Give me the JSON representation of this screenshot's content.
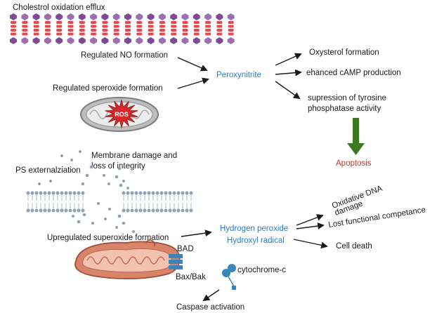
{
  "colors": {
    "text": "#1a1a1a",
    "blue_text": "#2e7bc4",
    "red_text": "#c0392b",
    "membrane_purple": "#7b4c93",
    "membrane_red": "#e8474f",
    "ros_red": "#d62828",
    "mito_outer": "#8f8f8f",
    "mito_orange": "#d9846a",
    "channel_blue": "#3a86b8",
    "apoptosis_arrow": "#3d7a1e",
    "bilayer_head": "#8fa2b8"
  },
  "labels": {
    "cholesterol": "Cholestrol oxidation efflux",
    "no_formation": "Regulated NO formation",
    "superoxide_formation": "Regulated speroxide formation",
    "ros": "ROS",
    "peroxynitrite": "Peroxynitrite",
    "oxysterol": "Oxysterol formation",
    "camp": "ehanced cAMP production",
    "tyrosine_line1": "supression of tyrosine",
    "tyrosine_line2": "phosphatase activity",
    "apoptosis": "Apoptosis",
    "membrane_line1": "Membrane damage and",
    "membrane_line2": "loss of integrity",
    "ps": "PS externalziation",
    "upregulated": "Upregulated superoxide formation",
    "hydrogen_peroxide": "Hydrogen peroxide",
    "hydroxyl": "Hydroxyl radical",
    "oxidative_line1": "Oxidative DNA",
    "oxidative_line2": "damage",
    "lost_functional": "Lost functional competance",
    "cell_death": "Cell death",
    "bad": "BAD",
    "bax_bak": "Bax/Bak",
    "cytochrome": "cytochrome-c",
    "caspase": "Caspase activation"
  },
  "icons": {
    "membrane_strip": "lipid-membrane-icon",
    "mitochondrion_ros": "mitochondrion-ros-icon",
    "ros_burst": "ros-burst-icon",
    "bilayer": "damaged-bilayer-icon",
    "mitochondrion_bottom": "mitochondrion-icon",
    "bax_bak_channel": "bax-bak-channel-icon",
    "cytochrome_c": "cytochrome-c-icon"
  }
}
